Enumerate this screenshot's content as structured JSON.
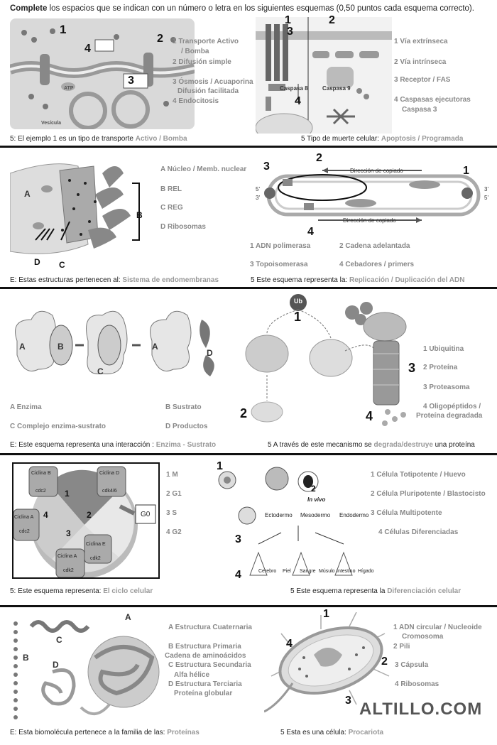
{
  "header": {
    "bold": "Complete",
    "rest": " los espacios que se indican con un número o letra en los siguientes esquemas (0,50 puntos cada esquema correcto)."
  },
  "s1": {
    "left_labels": [
      "1 Transporte Activo",
      "/ Bomba",
      "2 Difusión simple",
      "3 Ósmosis / Acuaporina",
      "Difusión facilitada",
      "4 Endocitosis"
    ],
    "left_nums": [
      "1",
      "2",
      "4",
      "3"
    ],
    "left_fig_text": [
      "Vesícula",
      "ATP"
    ],
    "left_caption": "5: El ejemplo 1 es un tipo de transporte ",
    "left_answer": "Activo / Bomba",
    "right_labels": [
      "1 Vía extrínseca",
      "2 Vía intrínseca",
      "3 Receptor / FAS",
      "4 Caspasas ejecutoras",
      "Caspasa 3"
    ],
    "right_nums": [
      "1",
      "2",
      "3",
      "4"
    ],
    "right_fig_text": [
      "Caspasa 8",
      "Caspasa 9"
    ],
    "right_caption": "5 Tipo de muerte celular: ",
    "right_answer": "Apoptosis / Programada"
  },
  "s2": {
    "left_labels": [
      "A Núcleo / Memb. nuclear",
      "B REL",
      "C REG",
      "D Ribosomas"
    ],
    "left_nums": [
      "A",
      "B",
      "C",
      "D"
    ],
    "left_caption": "E: Estas estructuras pertenecen al: ",
    "left_answer": "Sistema de endomembranas",
    "right_labels": [
      "1 ADN polimerasa",
      "2 Cadena adelantada",
      "3 Topoisomerasa",
      "4 Cebadores / primers"
    ],
    "right_nums": [
      "3",
      "2",
      "1",
      "4"
    ],
    "right_fig_text": [
      "Dirección de copiado",
      "Dirección de copiado",
      "5'",
      "3'",
      "3'",
      "5'"
    ],
    "right_caption": "5 Este esquema representa la: ",
    "right_answer": "Replicación / Duplicación del ADN"
  },
  "s3": {
    "left_labels": [
      "A Enzima",
      "B Sustrato",
      "C Complejo enzima-sustrato",
      "D Productos"
    ],
    "left_nums": [
      "A",
      "B",
      "C",
      "A",
      "D"
    ],
    "left_caption": "E: Este esquema representa una interacción : ",
    "left_answer": "Enzima - Sustrato",
    "right_labels": [
      "1 Ubiquitina",
      "2 Proteína",
      "3 Proteasoma",
      "4 Oligopéptidos /",
      "Proteína degradada"
    ],
    "right_nums": [
      "1",
      "2",
      "3",
      "4"
    ],
    "right_fig_text": [
      "Ub"
    ],
    "right_caption_pre": "5 A través de este mecanismo se ",
    "right_answer": "degrada/destruye",
    "right_caption_post": " una proteína"
  },
  "s4": {
    "left_labels": [
      "1 M",
      "2 G1",
      "3 S",
      "4 G2"
    ],
    "left_fig_text": [
      "Ciclina B",
      "cdc2",
      "Ciclina D",
      "cdk4/6",
      "Ciclina A",
      "cdc2",
      "Ciclina E",
      "cdk2",
      "Ciclina A",
      "cdk2",
      "G0",
      "1",
      "2",
      "3",
      "4"
    ],
    "left_caption": "5: Este esquema representa: ",
    "left_answer": "El ciclo celular",
    "right_labels": [
      "1 Célula Totipotente / Huevo",
      "2 Célula Pluripotente / Blastocisto",
      "3 Célula Multipotente",
      "4 Células Diferenciadas"
    ],
    "right_nums": [
      "1",
      "2",
      "3",
      "4"
    ],
    "right_fig_text": [
      "In vivo",
      "Ectodermo",
      "Mesodermo",
      "Endodermo",
      "Cerebro",
      "Piel",
      "Sangre",
      "Músulo",
      "Intestino",
      "Hígado"
    ],
    "right_caption": "5 Este esquema representa la ",
    "right_answer": "Diferenciación celular"
  },
  "s5": {
    "left_labels": [
      "A Estructura Cuaternaria",
      "B Estructura Primaria",
      "Cadena de aminoácidos",
      "C Estructura Secundaria",
      "Alfa hélice",
      "D Estructura Terciaria",
      "Proteína globular"
    ],
    "left_nums": [
      "A",
      "B",
      "C",
      "D"
    ],
    "left_caption": "E: Esta biomolécula pertenece a la familia de las: ",
    "left_answer": "Proteínas",
    "right_labels": [
      "1 ADN circular / Nucleoide",
      "Cromosoma",
      "2 Pili",
      "3 Cápsula",
      "4 Ribosomas"
    ],
    "right_nums": [
      "1",
      "4",
      "2",
      "3"
    ],
    "right_caption": "5 Esta es una célula: ",
    "right_answer": "Procariota",
    "watermark": "ALTILLO.COM"
  }
}
